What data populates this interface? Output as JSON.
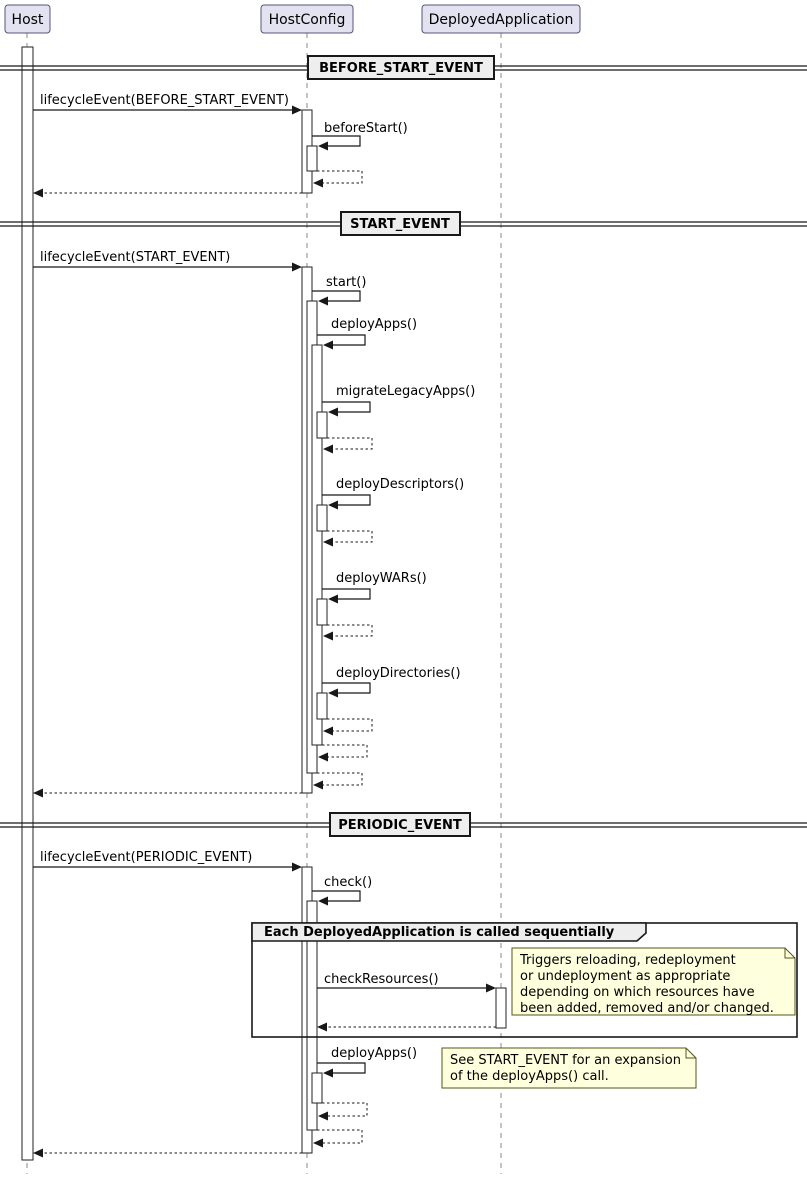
{
  "participants": [
    {
      "name": "Host"
    },
    {
      "name": "HostConfig"
    },
    {
      "name": "DeployedApplication"
    }
  ],
  "dividers": [
    {
      "label": "BEFORE_START_EVENT"
    },
    {
      "label": "START_EVENT"
    },
    {
      "label": "PERIODIC_EVENT"
    }
  ],
  "messages": {
    "lifecycle_before_start": "lifecycleEvent(BEFORE_START_EVENT)",
    "before_start": "beforeStart()",
    "lifecycle_start": "lifecycleEvent(START_EVENT)",
    "start": "start()",
    "deploy_apps": "deployApps()",
    "migrate_legacy_apps": "migrateLegacyApps()",
    "deploy_descriptors": "deployDescriptors()",
    "deploy_wars": "deployWARs()",
    "deploy_directories": "deployDirectories()",
    "lifecycle_periodic": "lifecycleEvent(PERIODIC_EVENT)",
    "check": "check()",
    "check_resources": "checkResources()",
    "deploy_apps_periodic": "deployApps()"
  },
  "group": {
    "title": "Each DeployedApplication is called sequentially"
  },
  "notes": {
    "check_resources_note": {
      "lines": [
        "Triggers reloading, redeployment",
        "or undeployment as appropriate",
        "depending on which resources have",
        "been added, removed and/or changed."
      ]
    },
    "deploy_apps_note": {
      "lines": [
        "See START_EVENT for an expansion",
        "of the deployApps() call."
      ]
    }
  },
  "colors": {
    "participant_fill": "#E2E2F0",
    "note_fill": "#FEFFDD",
    "divider_fill": "#EEEEEE",
    "frame_header_fill": "#EEEEEE",
    "line": "#181818",
    "lifeline": "#888888",
    "activation_fill": "#FFFFFF"
  }
}
